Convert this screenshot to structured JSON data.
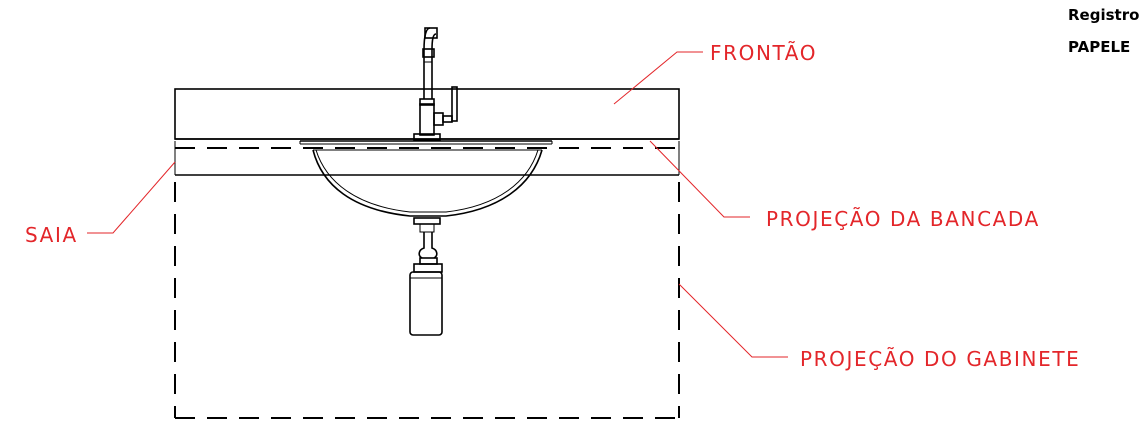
{
  "notes": {
    "line1": "Registro",
    "line2": "PAPELE"
  },
  "labels": {
    "frontao": "FRONTÃO",
    "saia": "SAIA",
    "projecao_bancada": "PROJEÇÃO DA BANCADA",
    "projecao_gabinete": "PROJEÇÃO DO GABINETE"
  },
  "colors": {
    "annotation": "#e3262a",
    "linework": "#000000",
    "background": "#ffffff"
  }
}
